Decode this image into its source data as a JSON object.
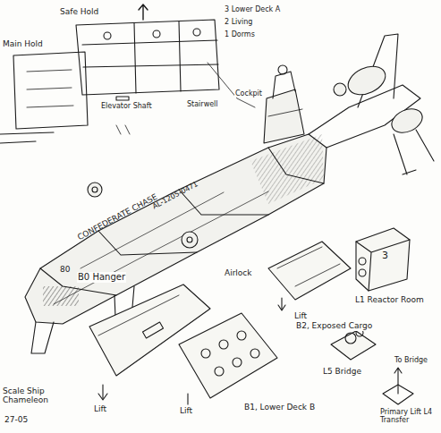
{
  "diagram": {
    "labels": [
      "Safe Hold",
      "Main Hold",
      "3 Lower Deck A",
      "2 Living",
      "1 Dorms",
      "Elevator Shaft",
      "Stairwell",
      "Cockpit",
      "CONFEDERATE CHASE",
      "AL-1205-0471",
      "80",
      "B0 Hanger",
      "Airlock",
      "L1 Reactor Room",
      "Lift",
      "B2, Exposed Cargo",
      "3",
      "L5 Bridge",
      "To Bridge",
      "Primary Lift L4 Transfer",
      "Lift",
      "Lift",
      "B1, Lower Deck B",
      "Scale Ship Chameleon",
      "27-05"
    ]
  }
}
